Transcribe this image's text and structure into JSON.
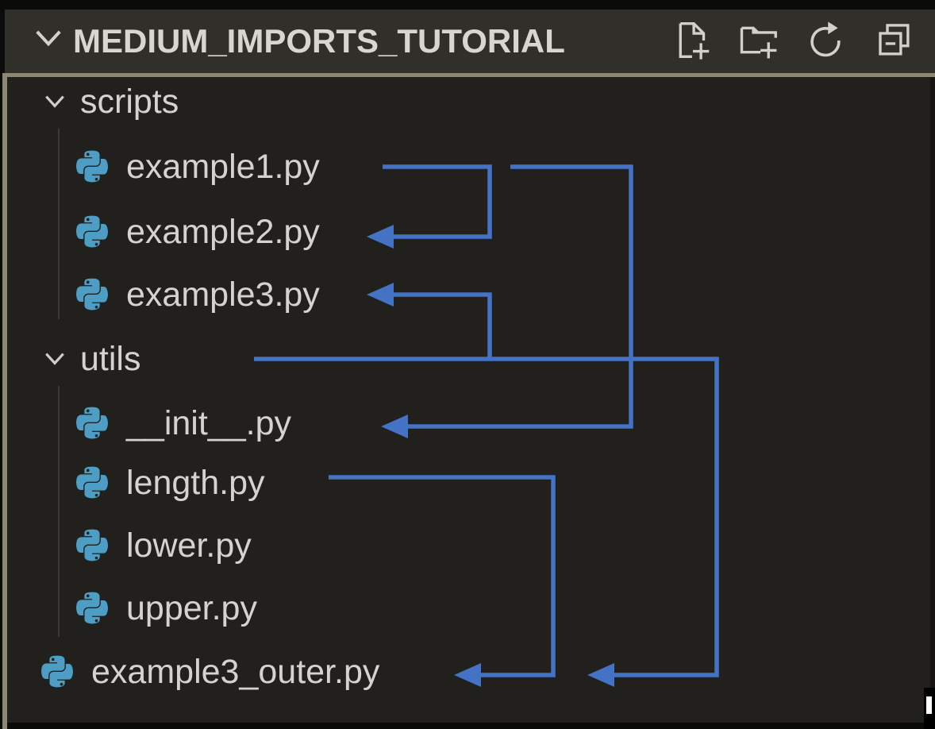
{
  "explorer": {
    "header": {
      "title": "MEDIUM_IMPORTS_TUTORIAL",
      "chevron_icon": "chevron-down-icon",
      "actions": [
        {
          "icon": "new-file-icon"
        },
        {
          "icon": "new-folder-icon"
        },
        {
          "icon": "refresh-explorer-icon"
        },
        {
          "icon": "collapse-folders-icon"
        }
      ]
    },
    "tree": {
      "items": [
        {
          "label": "scripts",
          "kind": "folder",
          "level": 0,
          "state": "expanded",
          "icon": "chevron-down-icon"
        },
        {
          "label": "example1.py",
          "kind": "file",
          "level": 1,
          "icon": "python-icon"
        },
        {
          "label": "example2.py",
          "kind": "file",
          "level": 1,
          "icon": "python-icon"
        },
        {
          "label": "example3.py",
          "kind": "file",
          "level": 1,
          "icon": "python-icon"
        },
        {
          "label": "utils",
          "kind": "folder",
          "level": 0,
          "state": "expanded",
          "icon": "chevron-down-icon"
        },
        {
          "label": "__init__.py",
          "kind": "file",
          "level": 1,
          "icon": "python-icon"
        },
        {
          "label": "length.py",
          "kind": "file",
          "level": 1,
          "icon": "python-icon"
        },
        {
          "label": "lower.py",
          "kind": "file",
          "level": 1,
          "icon": "python-icon"
        },
        {
          "label": "upper.py",
          "kind": "file",
          "level": 1,
          "icon": "python-icon"
        },
        {
          "label": "example3_outer.py",
          "kind": "file",
          "level": 0,
          "icon": "python-icon"
        }
      ]
    }
  },
  "annotations": {
    "arrow_color": "#4472c4",
    "arrows": [
      {
        "from": "example1.py",
        "to": "example2.py"
      },
      {
        "from": "example1.py",
        "to": "__init__.py"
      },
      {
        "from": "utils",
        "to": "example3.py"
      },
      {
        "from": "utils",
        "to": "example3_outer.py"
      },
      {
        "from": "length.py",
        "to": "example3_outer.py"
      }
    ]
  },
  "colors": {
    "header_bg": "#302f29",
    "tree_bg": "#21201d",
    "panel_border": "#8b8773",
    "text": "#d5d3cf",
    "python_icon": "#4d9dc4",
    "arrow": "#4472c4"
  }
}
